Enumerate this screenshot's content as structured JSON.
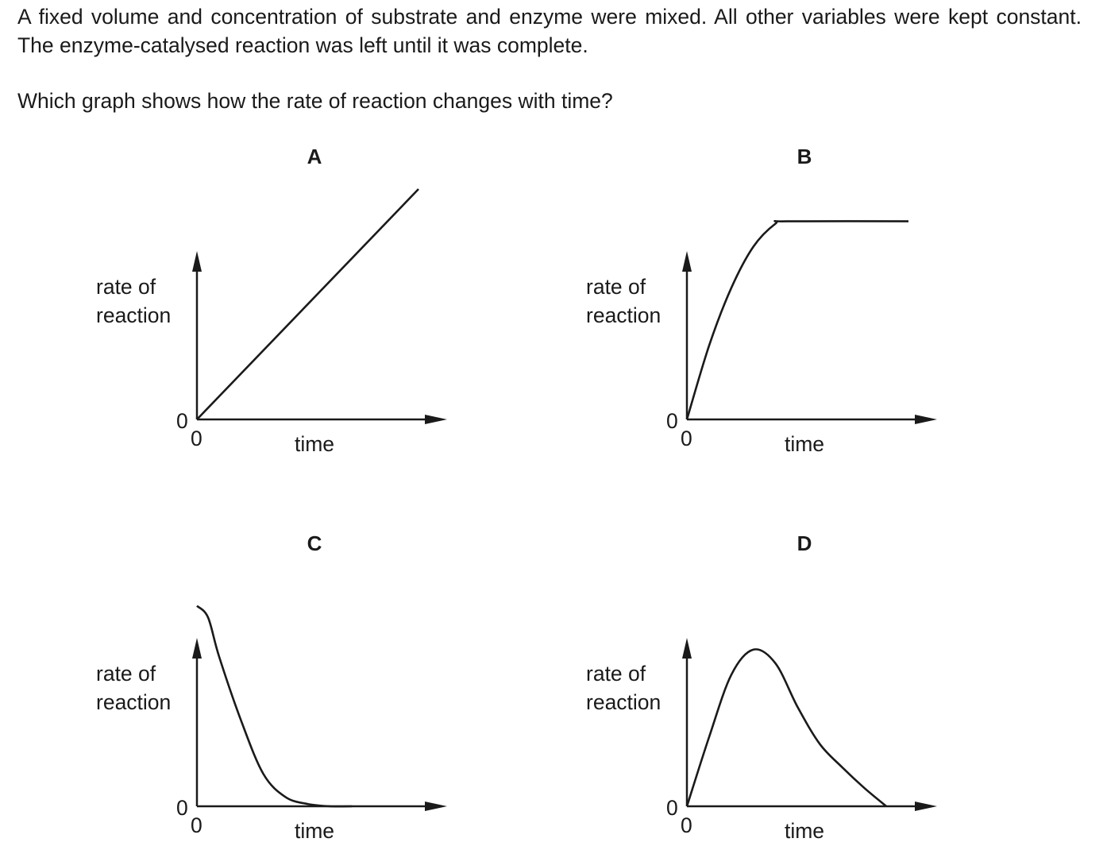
{
  "question": {
    "stem": "A fixed volume and concentration of substrate and enzyme were mixed. All other variables were kept constant. The enzyme-catalysed reaction was left until it was complete.",
    "prompt": "Which graph shows how the rate of reaction changes with time?"
  },
  "chart_data": [
    {
      "type": "line",
      "title": "A",
      "xlabel": "time",
      "ylabel": "rate of reaction",
      "x_origin_label": "0",
      "y_origin_label": "0",
      "shape": "straight line increasing from origin",
      "x": [
        0,
        100
      ],
      "y": [
        0,
        100
      ]
    },
    {
      "type": "line",
      "title": "B",
      "xlabel": "time",
      "ylabel": "rate of reaction",
      "x_origin_label": "0",
      "y_origin_label": "0",
      "shape": "rises from origin then plateaus",
      "x": [
        0,
        10,
        20,
        30,
        40,
        45,
        100
      ],
      "y": [
        0,
        32,
        57,
        75,
        85,
        86,
        86
      ]
    },
    {
      "type": "line",
      "title": "C",
      "xlabel": "time",
      "ylabel": "rate of reaction",
      "x_origin_label": "0",
      "y_origin_label": "0",
      "shape": "starts high then falls to zero",
      "x": [
        0,
        5,
        10,
        20,
        30,
        40,
        50,
        60,
        70
      ],
      "y": [
        87,
        82,
        65,
        37,
        14,
        4,
        1,
        0,
        0
      ]
    },
    {
      "type": "line",
      "title": "D",
      "xlabel": "time",
      "ylabel": "rate of reaction",
      "x_origin_label": "0",
      "y_origin_label": "0",
      "shape": "rises to a peak then falls to zero",
      "x": [
        0,
        10,
        20,
        30,
        40,
        50,
        60,
        70,
        80,
        90
      ],
      "y": [
        0,
        30,
        57,
        68,
        62,
        43,
        27,
        17,
        8,
        0
      ]
    }
  ]
}
